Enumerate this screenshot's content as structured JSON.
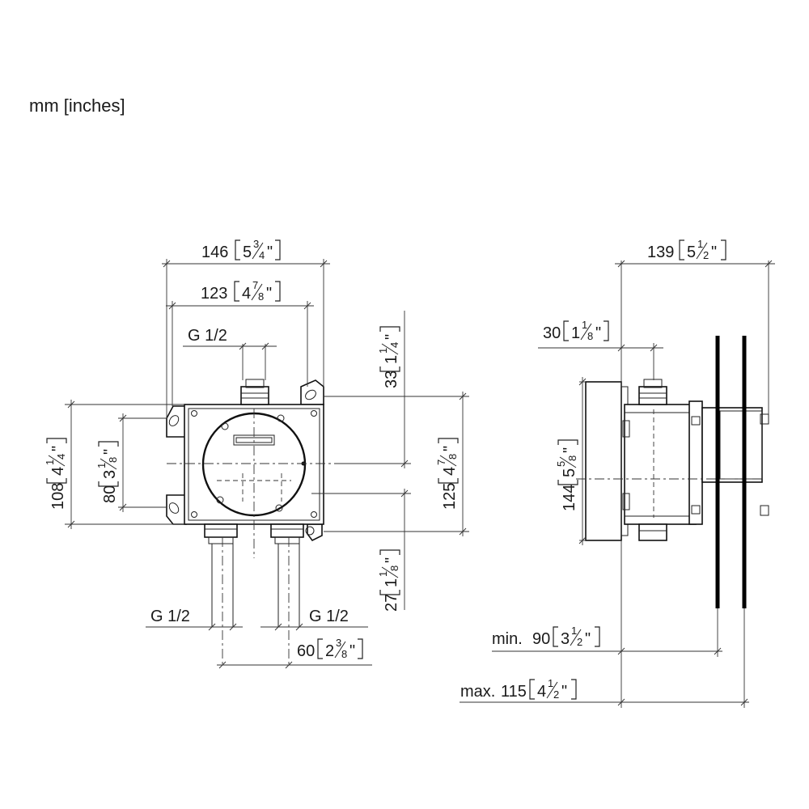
{
  "units_label": "mm [inches]",
  "front_view": {
    "width_overall": {
      "mm": "146",
      "in": "5",
      "num": "3",
      "den": "4",
      "q": "\""
    },
    "width_mounting": {
      "mm": "123",
      "in": "4",
      "num": "7",
      "den": "8",
      "q": "\""
    },
    "top_thread": "G 1/2",
    "height_overall": {
      "mm": "108",
      "in": "4",
      "num": "1",
      "den": "4",
      "q": "\""
    },
    "height_mounting": {
      "mm": "80",
      "in": "3",
      "num": "1",
      "den": "8",
      "q": "\""
    },
    "top_offset": {
      "mm": "33",
      "in": "1",
      "num": "1",
      "den": "4",
      "q": "\""
    },
    "height_total": {
      "mm": "125",
      "in": "4",
      "num": "7",
      "den": "8",
      "q": "\""
    },
    "bottom_offset": {
      "mm": "27",
      "in": "1",
      "num": "1",
      "den": "8",
      "q": "\""
    },
    "bottom_thread_left": "G 1/2",
    "bottom_thread_right": "G 1/2",
    "outlet_spacing": {
      "mm": "60",
      "in": "2",
      "num": "3",
      "den": "8",
      "q": "\""
    }
  },
  "side_view": {
    "depth_overall": {
      "mm": "139",
      "in": "5",
      "num": "1",
      "den": "2",
      "q": "\""
    },
    "flange": {
      "mm": "30",
      "in": "1",
      "num": "1",
      "den": "8",
      "q": "\""
    },
    "height": {
      "mm": "144",
      "in": "5",
      "num": "5",
      "den": "8",
      "q": "\""
    },
    "min_depth": {
      "prefix": "min. ",
      "mm": "90",
      "in": "3",
      "num": "1",
      "den": "2",
      "q": "\""
    },
    "max_depth": {
      "prefix": "max.",
      "mm": "115",
      "in": "4",
      "num": "1",
      "den": "2",
      "q": "\""
    }
  }
}
